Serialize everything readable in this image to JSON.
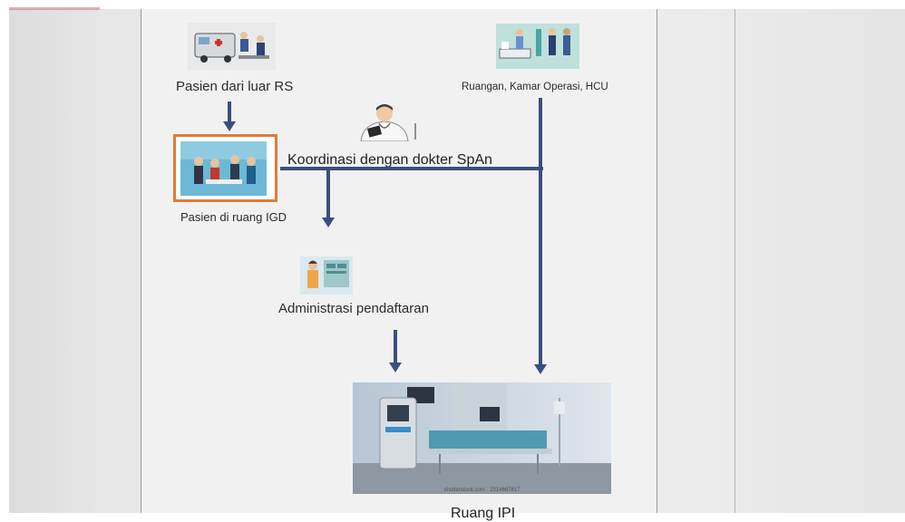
{
  "nodes": {
    "outside_patient": "Pasien dari luar RS",
    "wards": "Ruangan, Kamar Operasi, HCU",
    "coordination": "Koordinasi dengan dokter SpAn",
    "igd": "Pasien di ruang IGD",
    "admin": "Administrasi pendaftaran",
    "icu": "Ruang IPI"
  },
  "watermark": "shutterstock.com · 2314667817",
  "colors": {
    "arrow": "#3a4f7e",
    "igd_border": "#e07b3a"
  }
}
